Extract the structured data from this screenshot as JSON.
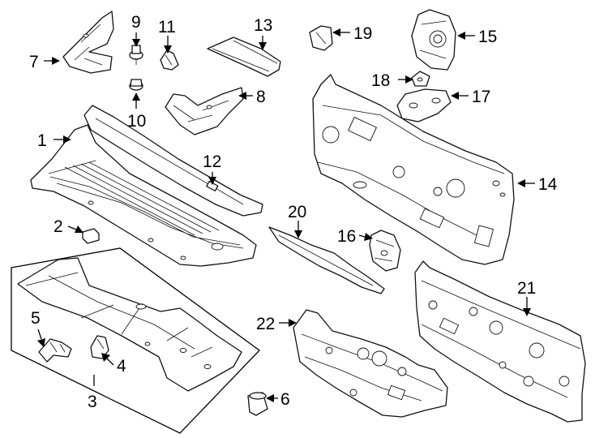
{
  "callouts": {
    "c1": "1",
    "c2": "2",
    "c3": "3",
    "c4": "4",
    "c5": "5",
    "c6": "6",
    "c7": "7",
    "c8": "8",
    "c9": "9",
    "c10": "10",
    "c11": "11",
    "c12": "12",
    "c13": "13",
    "c14": "14",
    "c15": "15",
    "c16": "16",
    "c17": "17",
    "c18": "18",
    "c19": "19",
    "c20": "20",
    "c21": "21",
    "c22": "22"
  },
  "colors": {
    "line": "#000000",
    "background": "#ffffff"
  }
}
